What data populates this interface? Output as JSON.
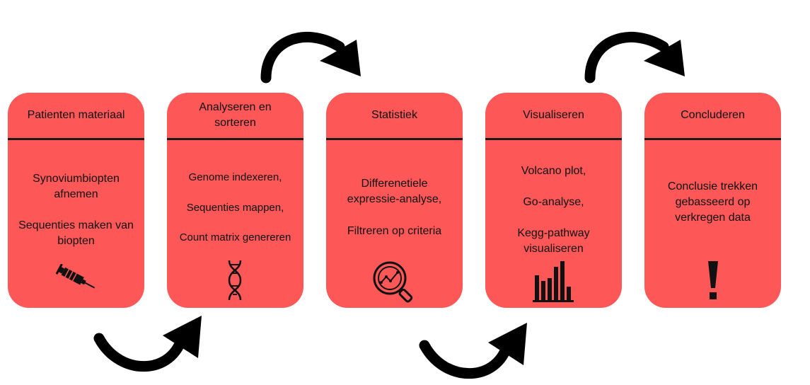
{
  "steps": [
    {
      "title": "Patienten materiaal",
      "lines": [
        "Synoviumbiopten",
        "afnemen",
        "Sequenties maken van",
        "biopten"
      ],
      "icon": "syringe-icon"
    },
    {
      "title": "Analyseren en sorteren",
      "lines": [
        "Genome indexeren,",
        "Sequenties mappen,",
        "Count matrix genereren"
      ],
      "icon": "dna-icon"
    },
    {
      "title": "Statistiek",
      "lines": [
        "Differenetiele",
        "expressie-analyse,",
        "Filtreren op criteria"
      ],
      "icon": "magnifier-chart-icon"
    },
    {
      "title": "Visualiseren",
      "lines": [
        "Volcano plot,",
        "Go-analyse,",
        "Kegg-pathway",
        "visualiseren"
      ],
      "icon": "bar-chart-icon"
    },
    {
      "title": "Concluderen",
      "lines": [
        "Conclusie trekken",
        "gebasseerd op",
        "verkregen data"
      ],
      "icon": "exclamation-icon"
    }
  ],
  "colors": {
    "card": "#fe5757",
    "ink": "#111111",
    "arrow": "#000000"
  }
}
